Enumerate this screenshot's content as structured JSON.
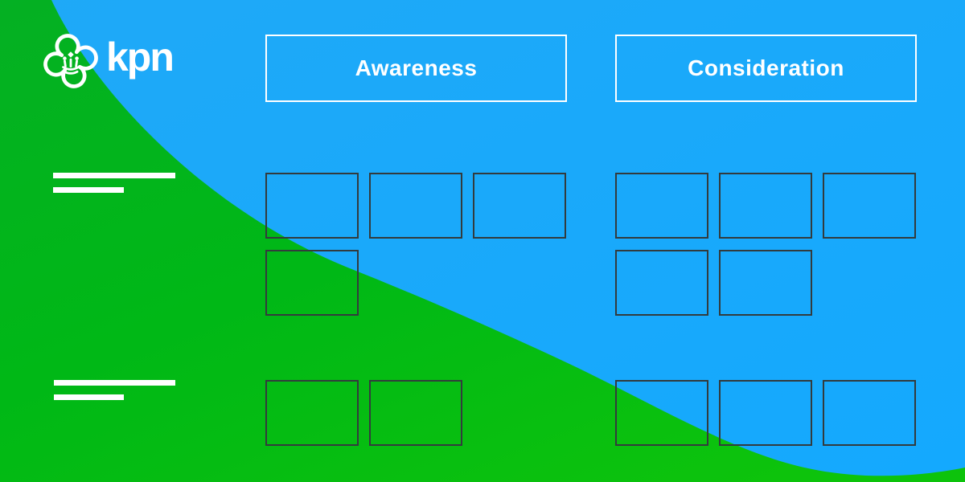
{
  "brand": {
    "wordmark": "kpn",
    "logo_icon": "kpn-crown-icon"
  },
  "columns": [
    {
      "id": "awareness",
      "label": "Awareness",
      "slot_rows": [
        3,
        1
      ],
      "bottom_row_slots": 2
    },
    {
      "id": "consideration",
      "label": "Consideration",
      "slot_rows": [
        3,
        2
      ],
      "bottom_row_slots": 3
    }
  ],
  "sections": [
    {
      "name": "upper-row-group",
      "placeholder_lines": 2
    },
    {
      "name": "lower-row-group",
      "placeholder_lines": 2
    }
  ],
  "colors": {
    "background_blue": "#18a9fb",
    "background_green": "#00b717",
    "slot_border": "#333b3d",
    "header_border": "#ffffff",
    "text_white": "#ffffff"
  }
}
